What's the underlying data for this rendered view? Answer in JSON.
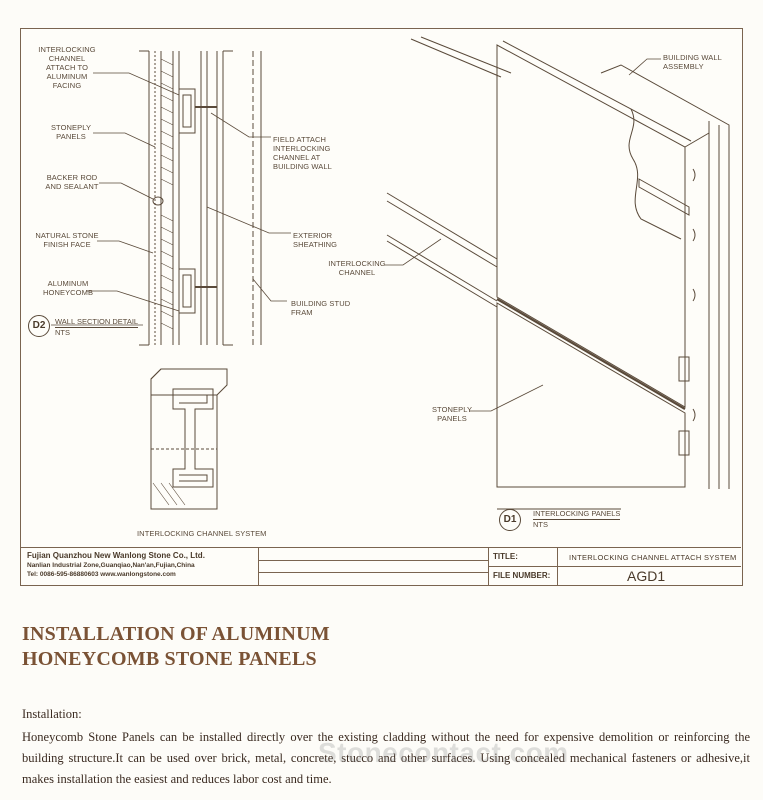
{
  "drawing": {
    "labels": {
      "interlocking_attach": "INTERLOCKING CHANNEL ATTACH TO ALUMINUM FACING",
      "stoneply_panels_left": "StonePly PANELS",
      "backer_rod": "BACKER ROD AND SEALANT",
      "natural_stone": "NATURAL STONE FINISH FACE",
      "aluminum_honeycomb": "ALUMINUM HONEYCOMB",
      "field_attach": "FIELD ATTACH INTERLOCKING CHANNEL AT BUILDING WALL",
      "exterior_sheathing": "EXTERIOR SHEATHING",
      "building_stud": "BUILDING STUD FRAM",
      "building_wall_assembly": "BUILDING WALL ASSEMBLY",
      "interlocking_channel": "INTERLOCKING CHANNEL",
      "stoneply_panels_right": "StonePly PANELS",
      "interlocking_channel_system": "INTERLOCKING CHANNEL SYSTEM"
    },
    "details": {
      "d2": {
        "code": "D2",
        "title": "WALL SECTION DETAIL",
        "scale": "NTS"
      },
      "d1": {
        "code": "D1",
        "title": "INTERLOCKING PANELS",
        "scale": "NTS"
      }
    }
  },
  "title_block": {
    "company": "Fujian Quanzhou New Wanlong Stone Co., Ltd.",
    "address": "Nanlian Industrial Zone,Guanqiao,Nan'an,Fujian,China",
    "tel": "Tel: 0086-595-86880603  www.wanlongstone.com",
    "title_key": "TITLE:",
    "title_value": "INTERLOCKING CHANNEL ATTACH SYSTEM",
    "file_key": "FILE NUMBER:",
    "file_value": "AGD1"
  },
  "article": {
    "heading_line1": "INSTALLATION OF ALUMINUM",
    "heading_line2": "HONEYCOMB STONE PANELS",
    "subheading": "Installation:",
    "body": "Honeycomb Stone Panels can be installed directly over the existing cladding without the need for expensive demolition or reinforcing the building structure.It can be used over brick, metal, concrete, stucco and other surfaces. Using concealed mechanical fasteners or adhesive,it makes installation the easiest and reduces labor cost and time."
  },
  "watermark": "Stonecontact.com",
  "colors": {
    "line": "#5a4a3a",
    "frame": "#7a6450",
    "heading": "#7a5235"
  }
}
